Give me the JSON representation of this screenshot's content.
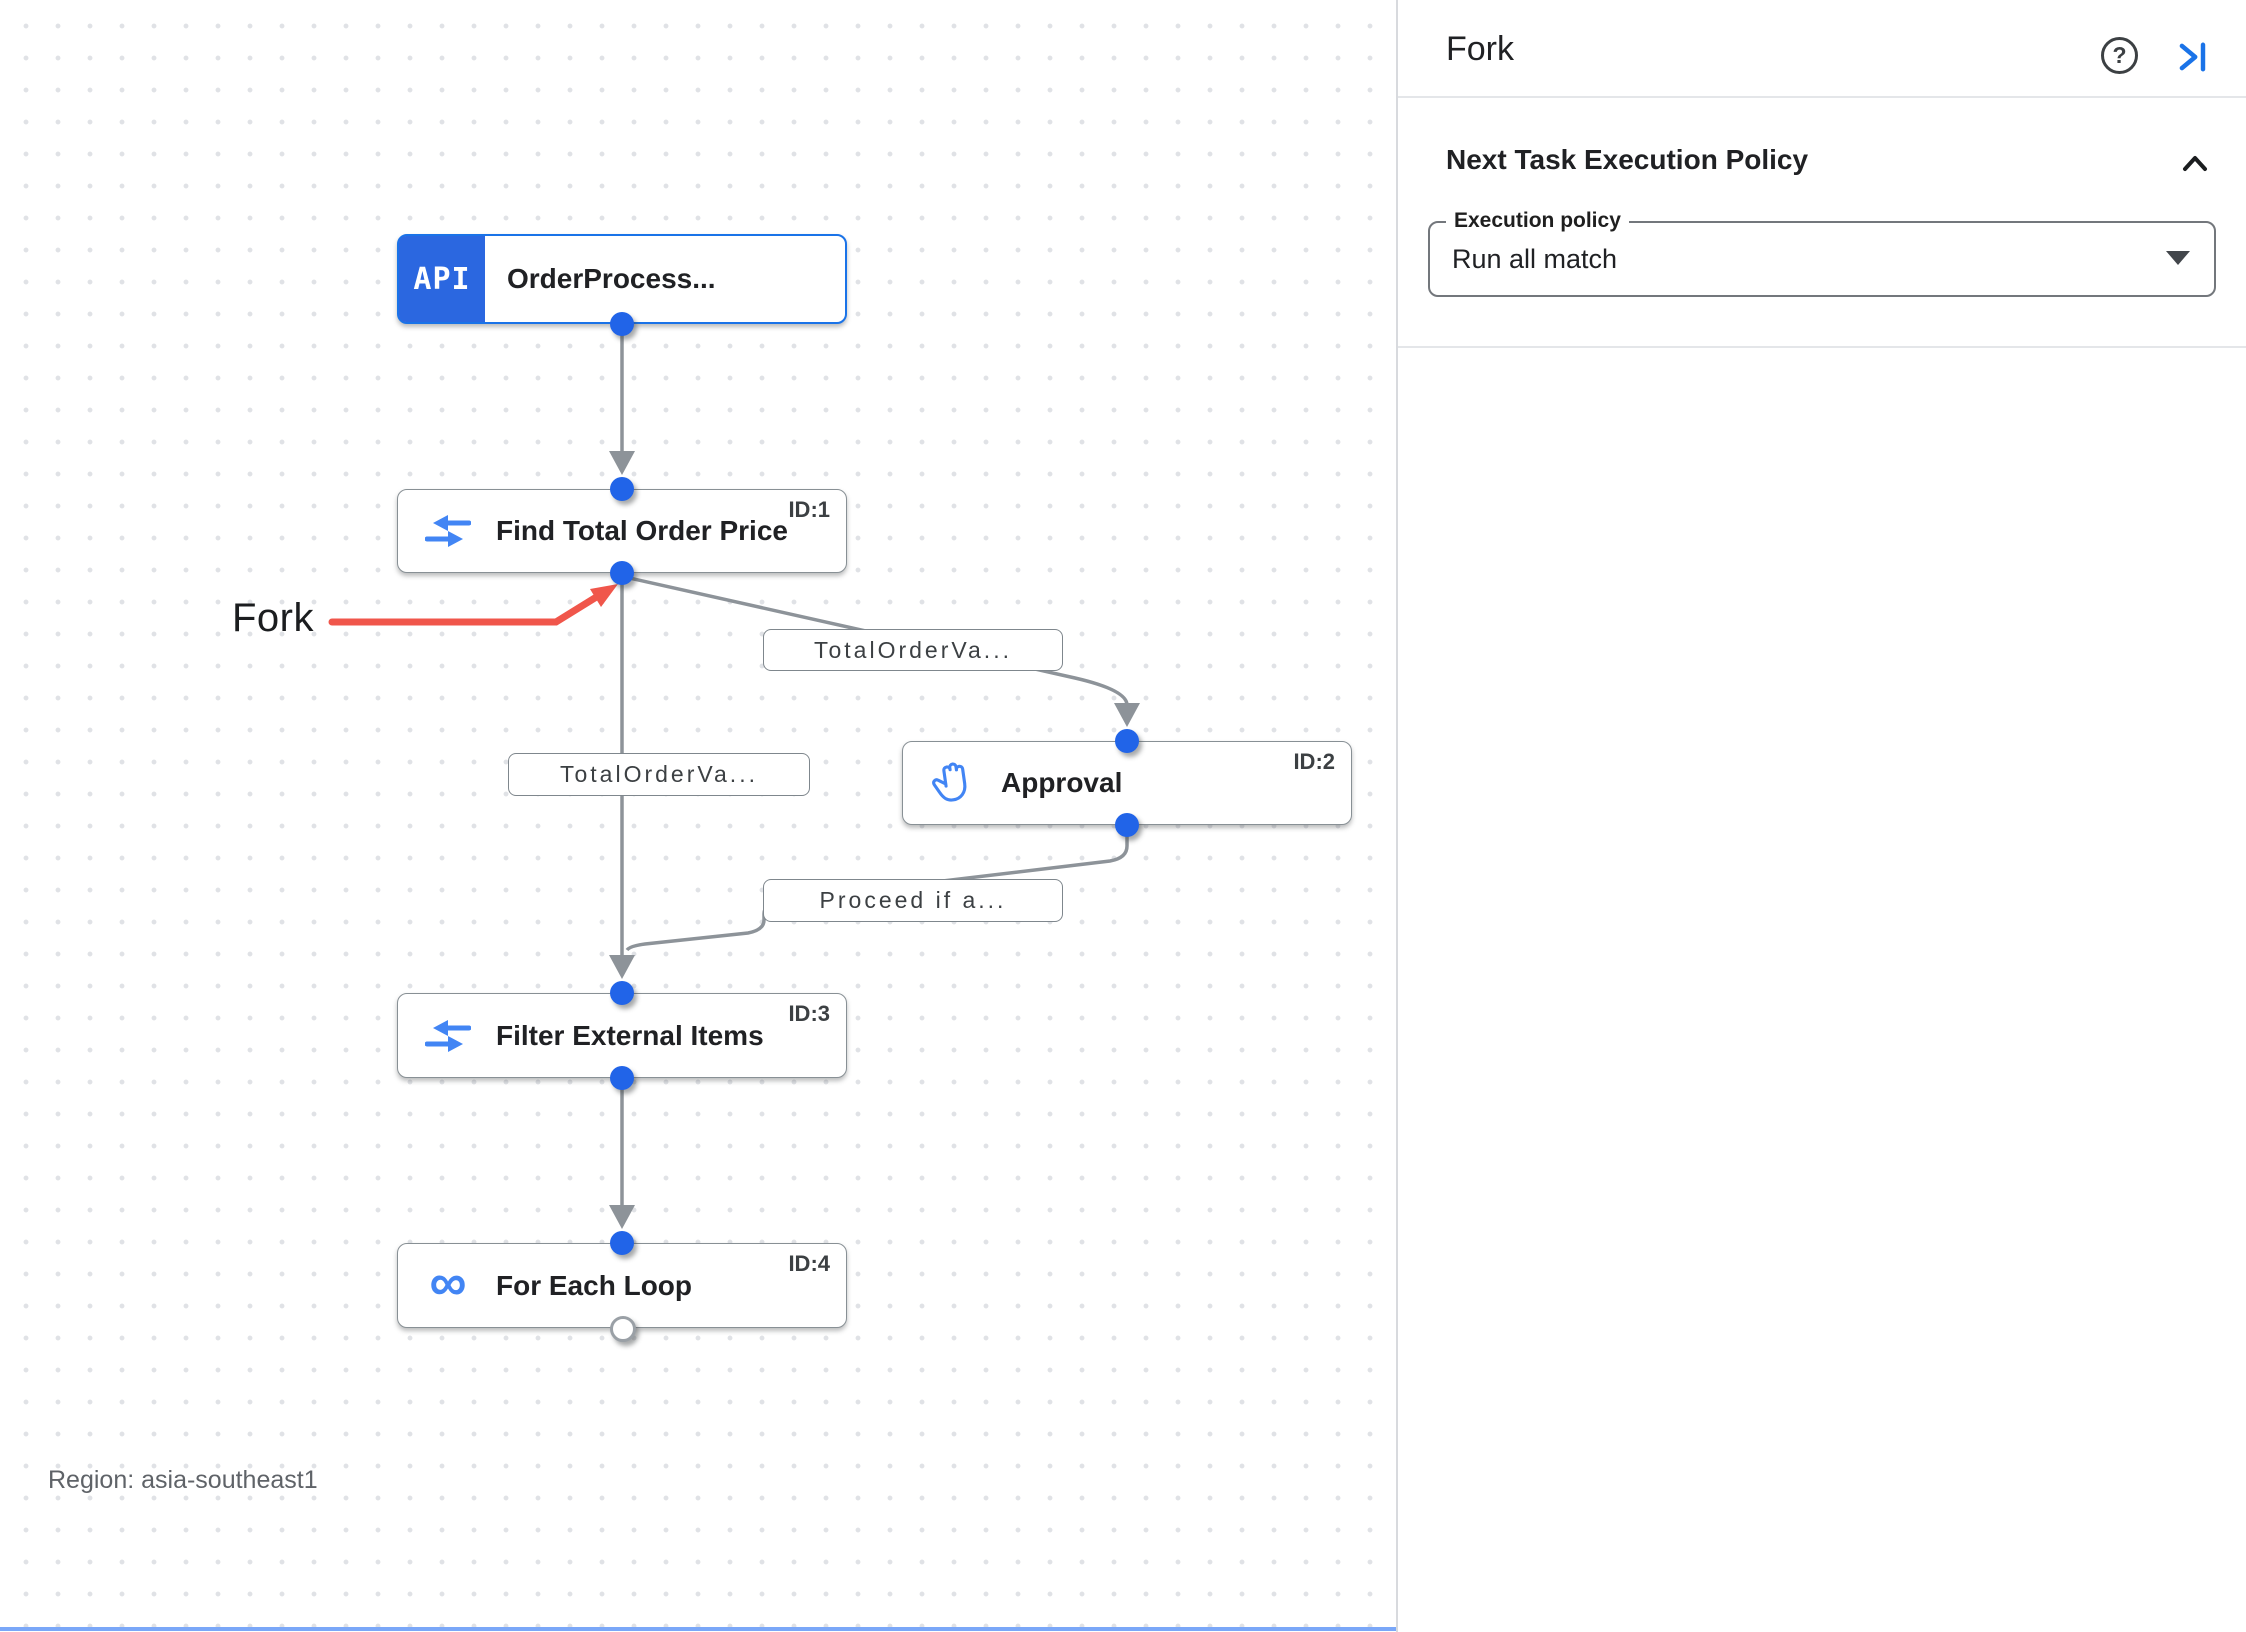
{
  "panel": {
    "title": "Fork",
    "help_icon_glyph": "?",
    "section": {
      "title": "Next Task Execution Policy",
      "execution_policy_label": "Execution policy",
      "execution_policy_value": "Run all match"
    }
  },
  "canvas": {
    "annotation_label": "Fork",
    "region_label": "Region: asia-southeast1",
    "nodes": [
      {
        "icon": "api-icon",
        "icon_text": "API",
        "title": "OrderProcess...",
        "id_label": ""
      },
      {
        "icon": "data-mapping-icon",
        "title": "Find Total Order Price",
        "id_label": "ID:1"
      },
      {
        "icon": "approval-hand-icon",
        "title": "Approval",
        "id_label": "ID:2"
      },
      {
        "icon": "data-mapping-icon",
        "title": "Filter External Items",
        "id_label": "ID:3"
      },
      {
        "icon": "for-each-loop-icon",
        "title": "For Each Loop",
        "id_label": "ID:4"
      }
    ],
    "edge_labels": [
      "TotalOrderVa...",
      "TotalOrderVa...",
      "Proceed if a..."
    ]
  },
  "colors": {
    "accent_blue": "#1a73e8",
    "node_icon_blue": "#4285f4",
    "edge_gray": "#8d9399",
    "annotation_red": "#f0564b",
    "api_block_blue": "#2b67e0"
  }
}
